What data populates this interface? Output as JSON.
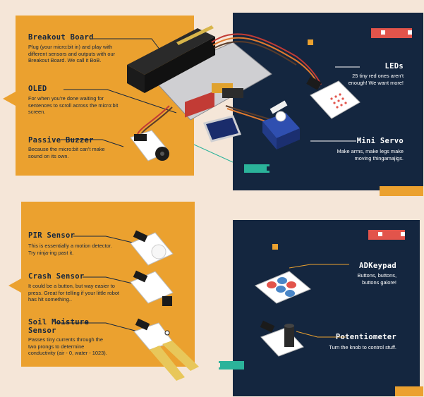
{
  "sections": {
    "top": {
      "items": [
        {
          "title": "Breakout Board",
          "desc": "Plug (your micro:bit in) and play with different sensors and outputs with our Breakout Board. We call it BoB."
        },
        {
          "title": "OLED",
          "desc": "For when you're done waiting for sentences to scroll across the micro:bit screen."
        },
        {
          "title": "Passive Buzzer",
          "desc": "Because the micro:bit can't make sound on its own."
        },
        {
          "title": "LEDs",
          "desc": "25 tiny red ones aren't enough! We want more!"
        },
        {
          "title": "Mini Servo",
          "desc": "Make arms, make legs make moving thingamajigs."
        }
      ]
    },
    "bottom": {
      "items": [
        {
          "title": "PIR Sensor",
          "desc": "This is essentially a motion detector. Try ninja-ing past it."
        },
        {
          "title": "Crash Sensor",
          "desc": "It could be a button, but way easier to press. Great for telling if your little robot has hit something.."
        },
        {
          "title": "Soil Moisture Sensor",
          "desc": "Passes tiny currents through the two prongs to determine conductivity (air - 0, water - 1023)."
        },
        {
          "title": "ADKeypad",
          "desc": "Buttons, buttons, buttons galore!"
        },
        {
          "title": "Potentiometer",
          "desc": "Turn the knob to control stuff."
        }
      ]
    }
  },
  "colors": {
    "orange": "#eba12f",
    "navy": "#14263f",
    "teal": "#2bb39a",
    "red": "#e2544b",
    "cream": "#f5e6d8"
  }
}
